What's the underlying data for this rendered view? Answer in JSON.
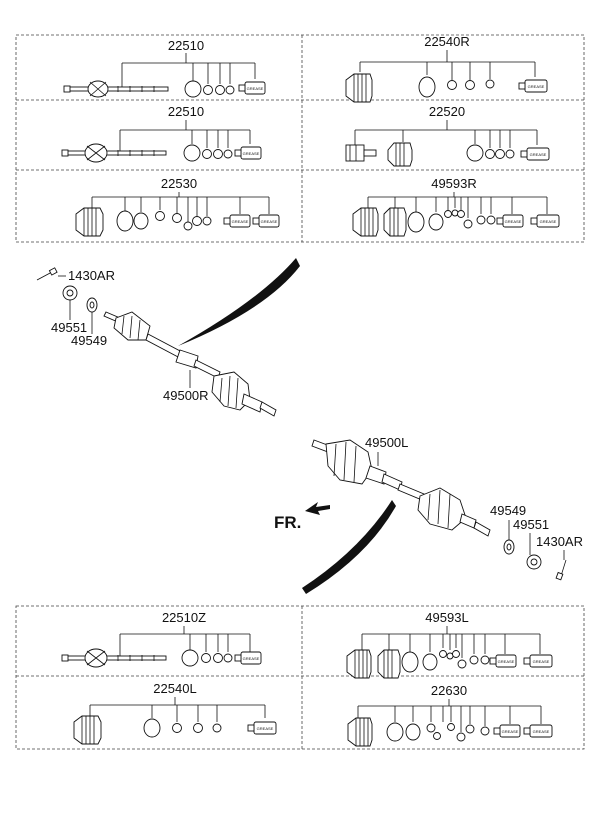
{
  "kit_panels": {
    "top": [
      {
        "id": "22510",
        "label": "22510"
      },
      {
        "id": "22540R",
        "label": "22540R"
      },
      {
        "id": "22510b",
        "label": "22510"
      },
      {
        "id": "22520",
        "label": "22520"
      },
      {
        "id": "22530",
        "label": "22530"
      },
      {
        "id": "49593R",
        "label": "49593R"
      }
    ],
    "bottom": [
      {
        "id": "22510Z",
        "label": "22510Z"
      },
      {
        "id": "49593L",
        "label": "49593L"
      },
      {
        "id": "22540L",
        "label": "22540L"
      },
      {
        "id": "22630",
        "label": "22630"
      }
    ]
  },
  "callouts": {
    "right_shaft": {
      "bolt": "1430AR",
      "nut": "49551",
      "washer": "49549",
      "assembly": "49500R"
    },
    "left_shaft": {
      "assembly": "49500L",
      "washer": "49549",
      "nut": "49551",
      "bolt": "1430AR"
    }
  },
  "direction_marker": "FR."
}
